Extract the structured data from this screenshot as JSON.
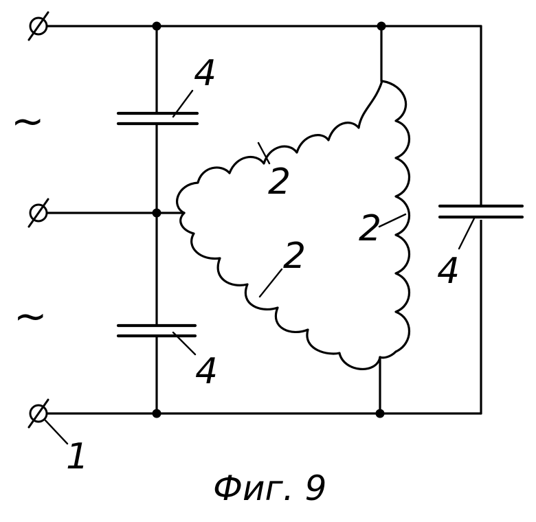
{
  "diagram": {
    "labels": {
      "terminal": "1",
      "winding_upper": "2",
      "winding_right": "2",
      "winding_lower": "2",
      "capacitor_upper": "4",
      "capacitor_lower": "4",
      "capacitor_right": "4"
    },
    "ac_symbols": [
      "~",
      "~"
    ],
    "caption": "Фиг. 9"
  }
}
